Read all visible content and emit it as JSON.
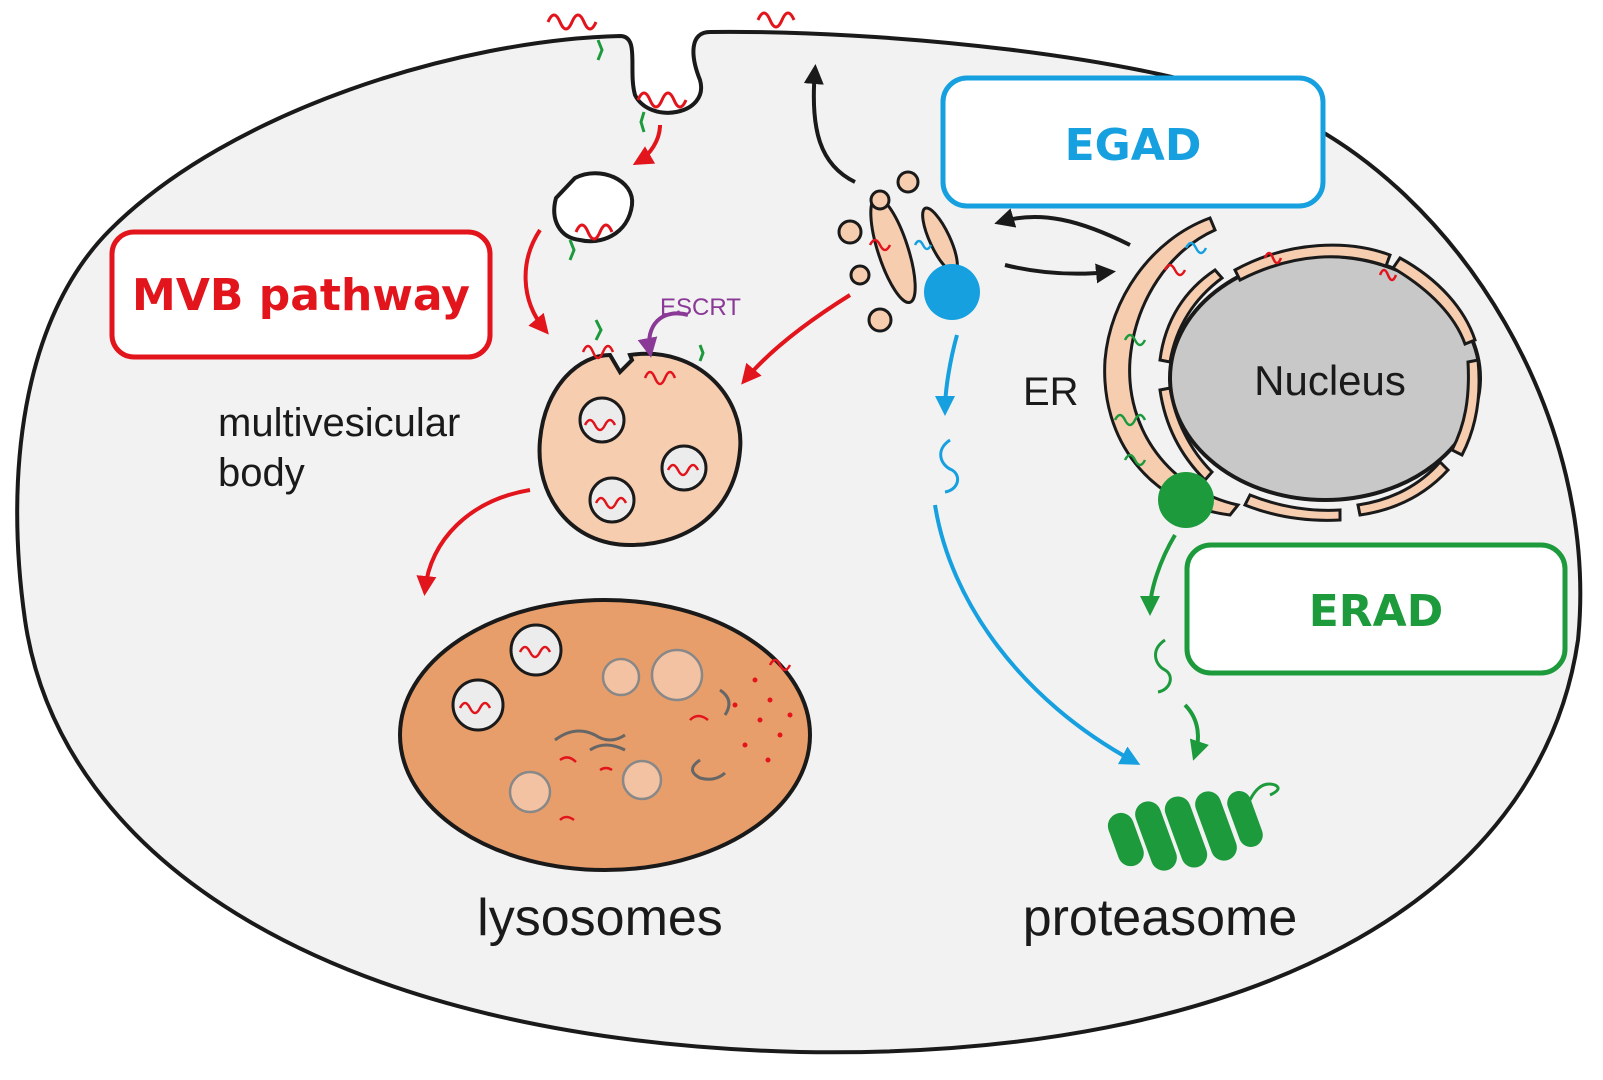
{
  "colors": {
    "cell_fill": "#f2f2f2",
    "outline": "#1a1a1a",
    "mvb_red": "#e2141c",
    "egad_blue": "#16a0e0",
    "erad_green": "#1c9a3c",
    "escrt_purple": "#8a3a96",
    "organelle_fill": "#f7cdb0",
    "lysosome_fill": "#e89e6a",
    "nucleus_fill": "#c8c8c8"
  },
  "boxes": {
    "mvb": "MVB pathway",
    "egad": "EGAD",
    "erad": "ERAD"
  },
  "labels": {
    "escrt": "ESCRT",
    "mvb_line1": "multivesicular",
    "mvb_line2": "body",
    "er": "ER",
    "nucleus": "Nucleus",
    "lysosomes": "lysosomes",
    "proteasome": "proteasome"
  },
  "icons": [
    "membrane-protein-icon",
    "proteasome-icon",
    "vesicle-icon",
    "arrow-icon"
  ]
}
